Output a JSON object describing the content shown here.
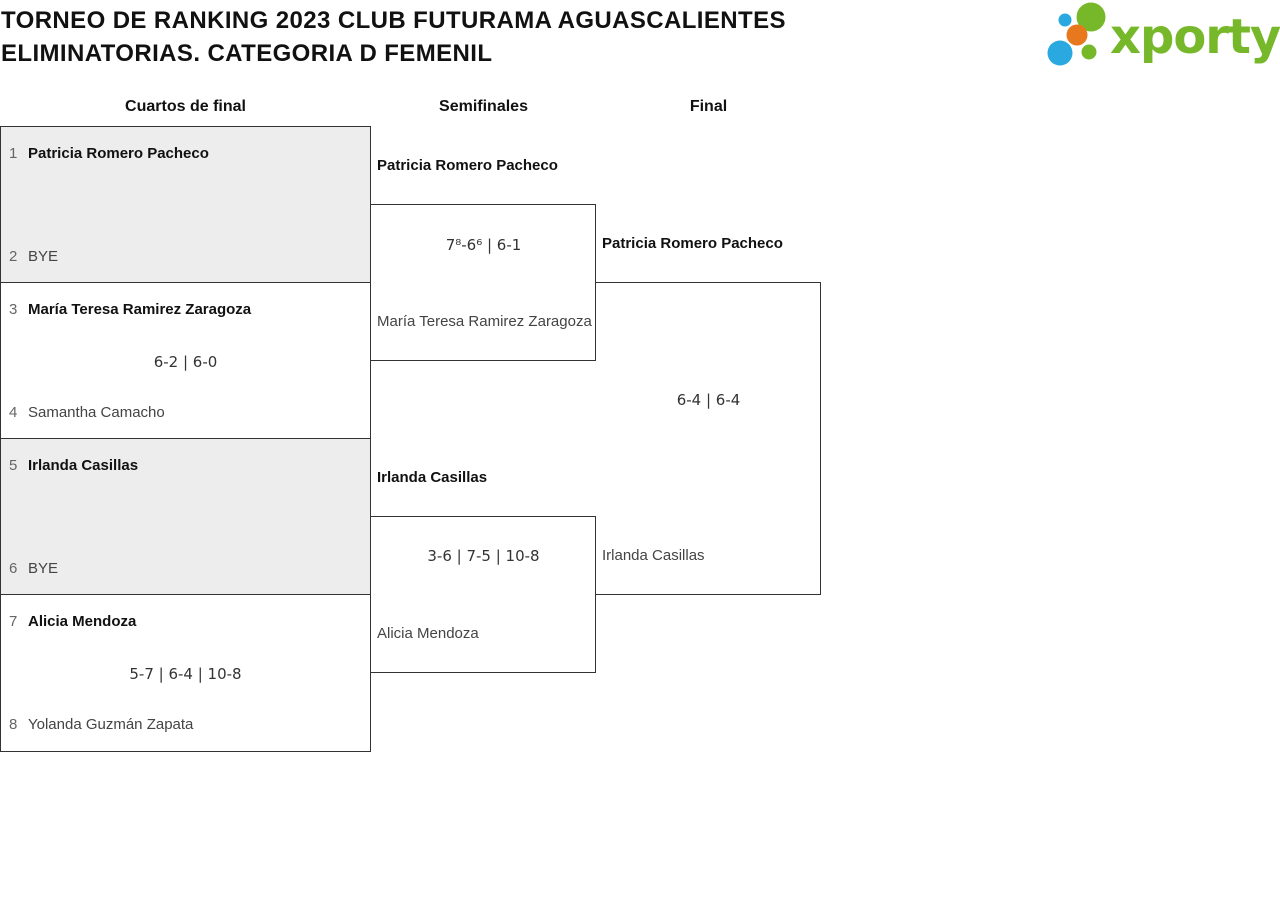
{
  "header": {
    "title_line1": "TORNEO DE RANKING 2023 CLUB FUTURAMA AGUASCALIENTES",
    "title_line2": "ELIMINATORIAS. CATEGORIA D FEMENIL"
  },
  "logo": {
    "text": "xporty",
    "green": "#76b82a",
    "blue": "#29a9e0",
    "orange": "#e8781e"
  },
  "rounds": [
    {
      "label": "Cuartos de final"
    },
    {
      "label": "Semifinales"
    },
    {
      "label": "Final"
    }
  ],
  "quarterfinals": [
    {
      "seed1": "1",
      "player1": "Patricia Romero Pacheco",
      "score": "",
      "seed2": "2",
      "player2": "BYE"
    },
    {
      "seed1": "3",
      "player1": "María Teresa Ramirez Zaragoza",
      "score": "6-2 | 6-0",
      "seed2": "4",
      "player2": "Samantha Camacho"
    },
    {
      "seed1": "5",
      "player1": "Irlanda Casillas",
      "score": "",
      "seed2": "6",
      "player2": "BYE"
    },
    {
      "seed1": "7",
      "player1": "Alicia Mendoza",
      "score": "5-7 | 6-4 | 10-8",
      "seed2": "8",
      "player2": "Yolanda Guzmán Zapata"
    }
  ],
  "semifinals": [
    {
      "player1": "Patricia Romero Pacheco",
      "score": "7⁸-6⁶ | 6-1",
      "player2": "María Teresa Ramirez Zaragoza"
    },
    {
      "player1": "Irlanda Casillas",
      "score": "3-6 | 7-5 | 10-8",
      "player2": "Alicia Mendoza"
    }
  ],
  "final": {
    "player1": "Patricia Romero Pacheco",
    "score": "6-4 | 6-4",
    "player2": "Irlanda Casillas"
  },
  "colors": {
    "border": "#333333",
    "shaded_box": "#ededee",
    "seed_text": "#666666",
    "winner_text": "#111111",
    "loser_text": "#444444",
    "score_text": "#333333"
  }
}
